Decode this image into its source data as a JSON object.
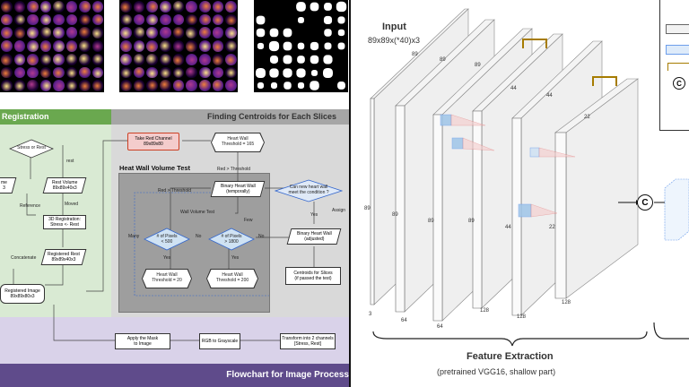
{
  "flowchart": {
    "header_left": "Registration",
    "header_right": "Finding Centroids for Each Slices",
    "footer_title": "Flowchart for Image Process",
    "nodes": {
      "stress_or_rest": "Stress or Rest",
      "rest_label": "rest",
      "rest_volume": "Rest Volume\n89x89x40x3",
      "moved": "Moved",
      "reference": "Reference",
      "registration_3d": "3D Registration:\nStress <- Rest",
      "registered_rest": "Registered Rest\n89x89x40x3",
      "concatenate": "Concatenate",
      "registered_image": "Registered Image\n89x89x80x3",
      "left_partial_1": "me",
      "left_partial_2": "3",
      "take_red": "Take Red Channel\n89x89x80",
      "heart_wall_threshold": "Heart Wall\nThreshold = 165",
      "red_gt_threshold_top": "Red > Threshold",
      "hwvt_title": "Heat Wall Volume Test",
      "red_gt_threshold": "Red > Threshold",
      "binary_heart_wall_temp": "Binary Heart Wall\n(temporally)",
      "wall_volume_test": "Wall Volume Test",
      "pixels_lt_500": "# of Pixels\n< 500",
      "pixels_gt_1800": "# of Pixels\n> 1800",
      "many": "Many",
      "few": "Few",
      "no1": "No",
      "no2": "No",
      "yes1": "Yes",
      "yes2": "Yes",
      "threshold_20": "Heart Wall\nThreshold = 20",
      "threshold_200": "Heart Wall\nThreshold = 200",
      "can_new_heart_wall": "Can new heart wall\nmeet the condition ?",
      "yes3": "Yes",
      "assign": "Assign",
      "binary_heart_wall_adj": "Binary Heart Wall\n(adjusted)",
      "centroids": "Centroids for Slices\n(if passed the test)",
      "apply_mask": "Apply the Mask\nto Image",
      "rgb_gray": "RGB to Grayscale",
      "transform": "Transform into 2 channels\n[Stress, Rest]"
    }
  },
  "network": {
    "input_title": "Input",
    "input_shape": "89x89x(*40)x3",
    "dims": [
      "89",
      "89",
      "89",
      "89",
      "44",
      "44",
      "22",
      "89",
      "89",
      "89",
      "44",
      "44",
      "22",
      "3",
      "64",
      "64",
      "128",
      "128",
      "128"
    ],
    "concat_symbol": "C",
    "concat_symbol_small": "C",
    "feature_title": "Feature Extraction",
    "feature_sub": "(pretrained VGG16, shallow part)"
  },
  "colors": {
    "green_band": "#d9ead3",
    "green_header": "#6aa84f",
    "gray_band": "#cccccc",
    "gray_header": "#666666",
    "purple_band": "#d9d2e9",
    "purple_footer": "#5f4b8b",
    "heatmap": [
      "#1a0033",
      "#5b1f8a",
      "#b03a8f",
      "#f07f3c",
      "#fde38a"
    ]
  }
}
